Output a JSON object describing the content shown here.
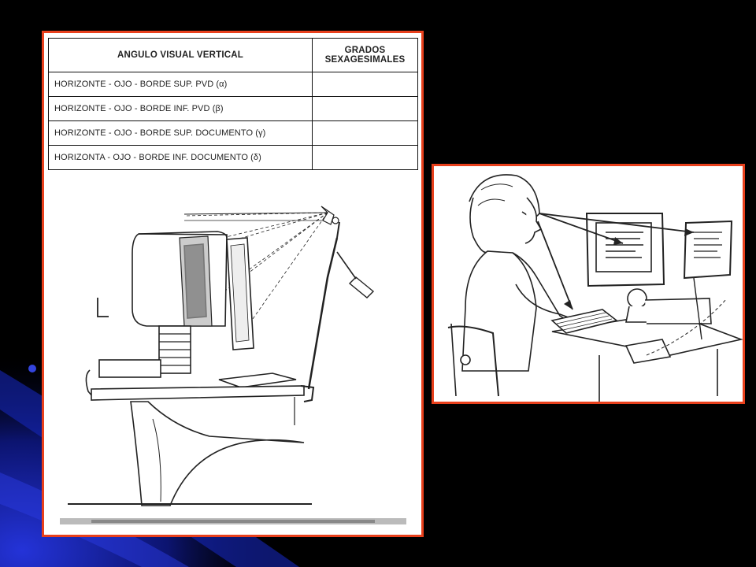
{
  "slide": {
    "background_color": "#000000",
    "accent_color": "#1f2fc4",
    "frame_color": "#e8401c"
  },
  "table": {
    "header_angle": "ANGULO VISUAL VERTICAL",
    "header_degrees_line1": "GRADOS",
    "header_degrees_line2": "SEXAGESIMALES",
    "rows": [
      {
        "label": "HORIZONTE - OJO - BORDE SUP. PVD (α)",
        "degrees": ""
      },
      {
        "label": "HORIZONTE - OJO - BORDE INF. PVD (β)",
        "degrees": ""
      },
      {
        "label": "HORIZONTE - OJO - BORDE SUP. DOCUMENTO (γ)",
        "degrees": ""
      },
      {
        "label": "HORIZONTA - OJO - BORDE INF. DOCUMENTO (δ)",
        "degrees": ""
      }
    ]
  },
  "figures": {
    "left_illustration": "workstation-side-view",
    "right_illustration": "woman-at-computer-with-document-holder"
  }
}
